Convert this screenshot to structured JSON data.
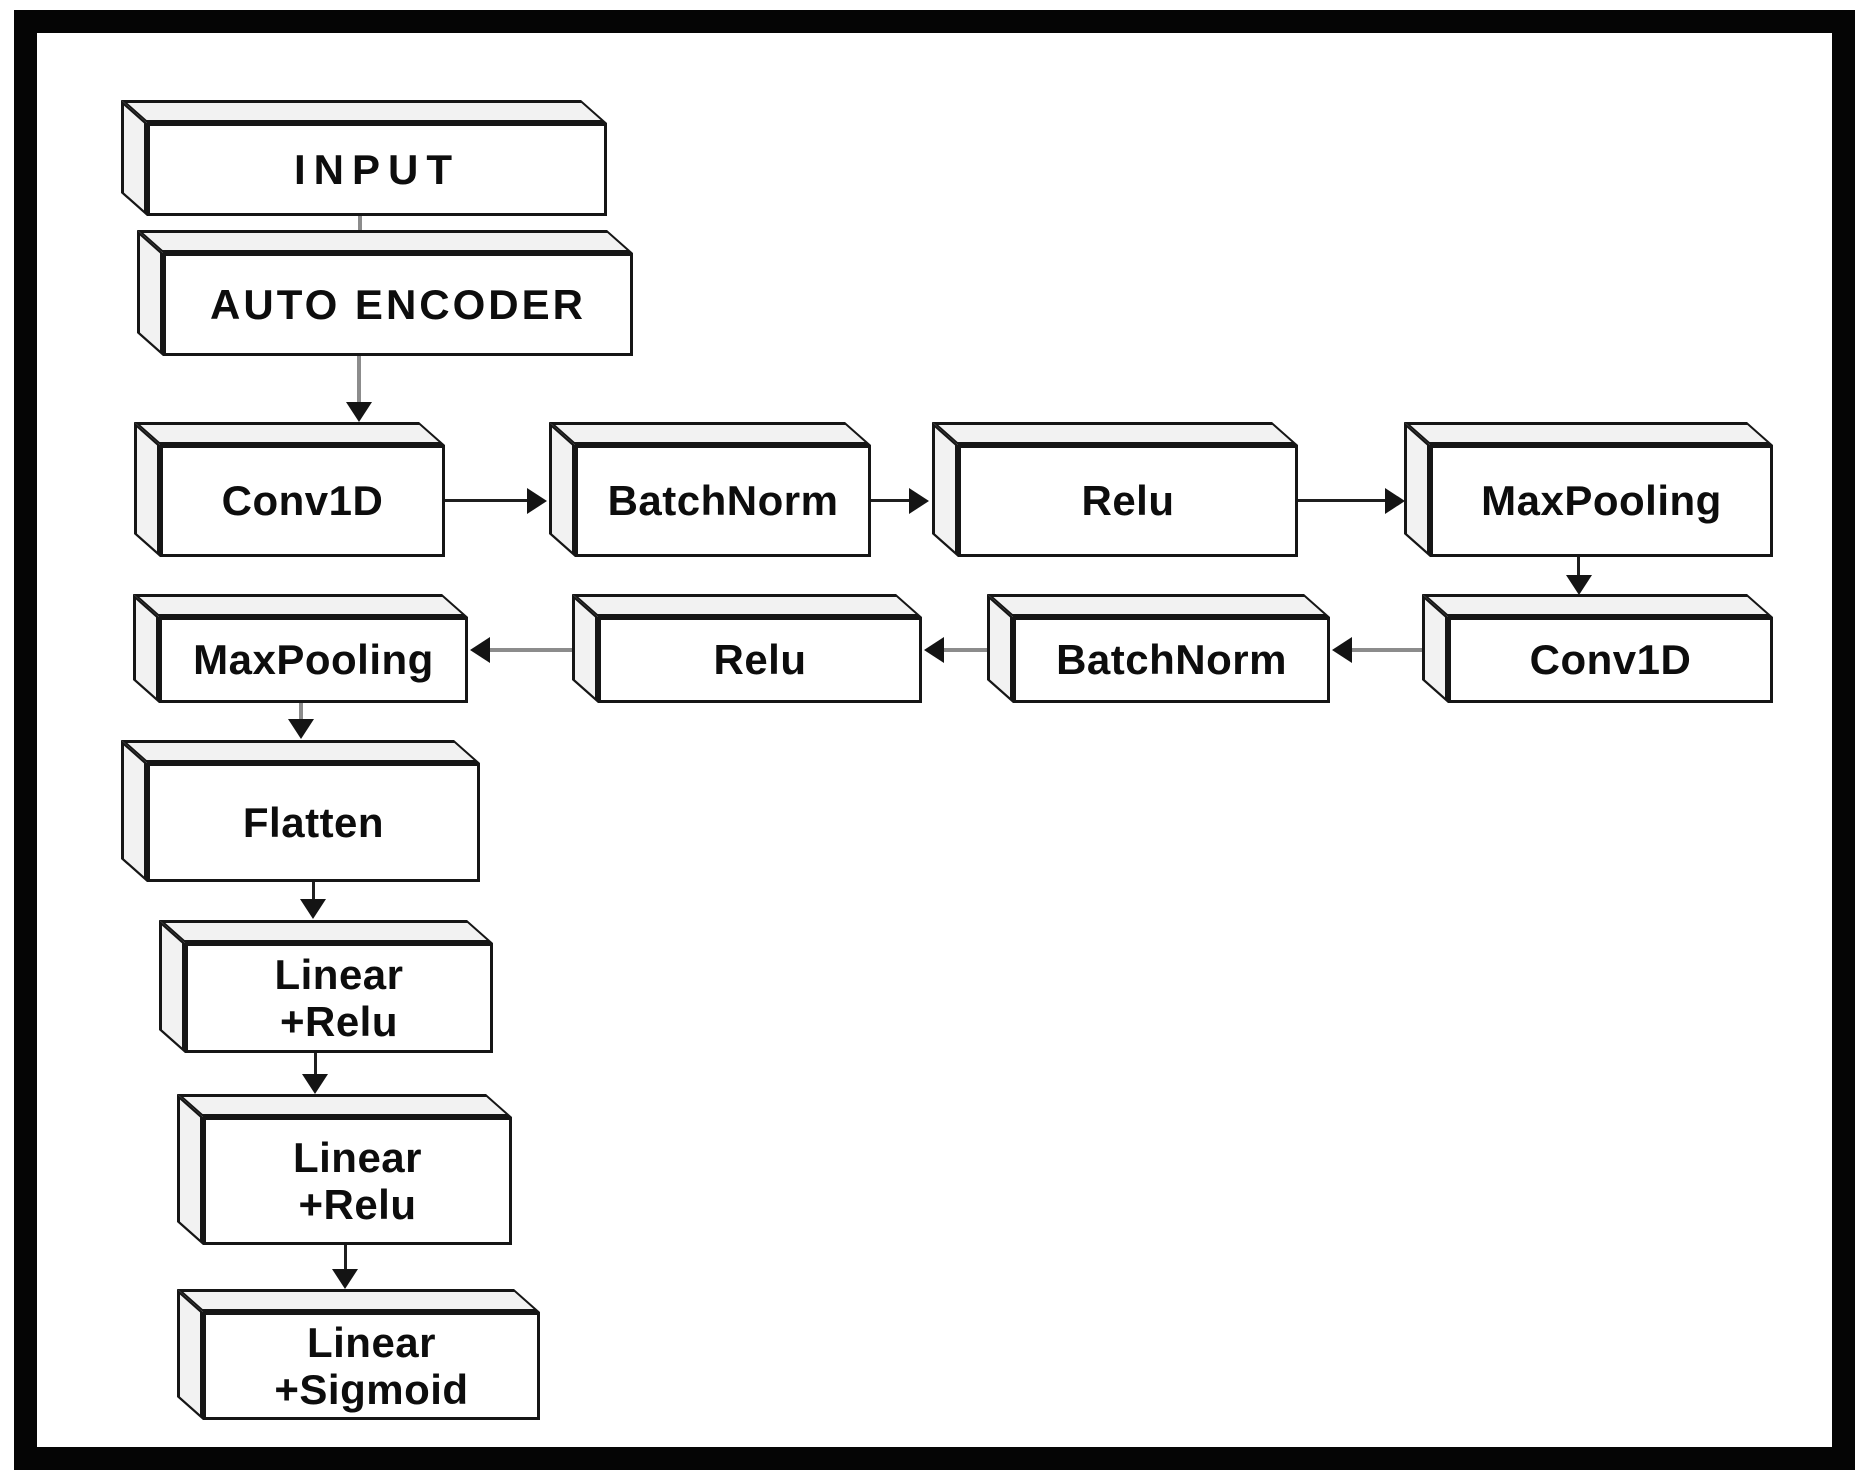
{
  "figure": {
    "type": "flowchart",
    "description": "CNN autoencoder network architecture block diagram",
    "background": "#ffffff",
    "frame_color": "#050505"
  },
  "colors": {
    "box_fill": "#ffffff",
    "box_side_fill": "#f2f2f2",
    "box_border": "#161616",
    "text": "#0d0d0d",
    "arrow_dark": "#1f1f1f",
    "arrow_gray": "#8c8c8c",
    "arrowhead": "#141414"
  },
  "nodes": [
    {
      "id": "input",
      "label": "INPUT"
    },
    {
      "id": "auto-encoder",
      "label": "AUTO ENCODER"
    },
    {
      "id": "conv1d-1",
      "label": "Conv1D"
    },
    {
      "id": "batchnorm-1",
      "label": "BatchNorm"
    },
    {
      "id": "relu-1",
      "label": "Relu"
    },
    {
      "id": "maxpooling-1",
      "label": "MaxPooling"
    },
    {
      "id": "maxpooling-2",
      "label": "MaxPooling"
    },
    {
      "id": "relu-2",
      "label": "Relu"
    },
    {
      "id": "batchnorm-2",
      "label": "BatchNorm"
    },
    {
      "id": "conv1d-2",
      "label": "Conv1D"
    },
    {
      "id": "flatten",
      "label": "Flatten"
    },
    {
      "id": "linear-relu-1",
      "label": "Linear\n+Relu"
    },
    {
      "id": "linear-relu-2",
      "label": "Linear\n+Relu"
    },
    {
      "id": "linear-sigmoid",
      "label": "Linear\n+Sigmoid"
    }
  ],
  "edges": [
    {
      "from": "input",
      "to": "auto-encoder"
    },
    {
      "from": "auto-encoder",
      "to": "conv1d-1"
    },
    {
      "from": "conv1d-1",
      "to": "batchnorm-1"
    },
    {
      "from": "batchnorm-1",
      "to": "relu-1"
    },
    {
      "from": "relu-1",
      "to": "maxpooling-1"
    },
    {
      "from": "maxpooling-1",
      "to": "conv1d-2"
    },
    {
      "from": "conv1d-2",
      "to": "batchnorm-2"
    },
    {
      "from": "batchnorm-2",
      "to": "relu-2"
    },
    {
      "from": "relu-2",
      "to": "maxpooling-2"
    },
    {
      "from": "maxpooling-2",
      "to": "flatten"
    },
    {
      "from": "flatten",
      "to": "linear-relu-1"
    },
    {
      "from": "linear-relu-1",
      "to": "linear-relu-2"
    },
    {
      "from": "linear-relu-2",
      "to": "linear-sigmoid"
    }
  ]
}
